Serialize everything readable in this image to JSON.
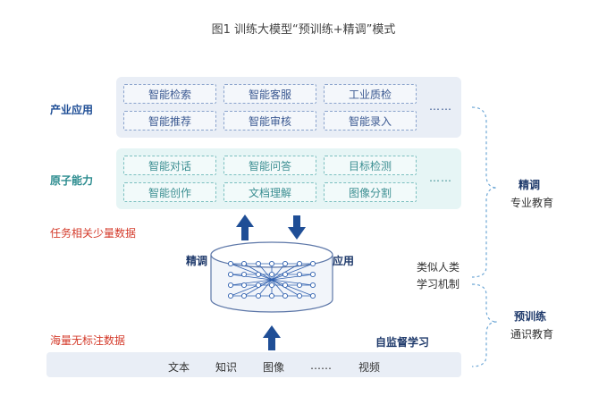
{
  "title": "图1 训练大模型“预训练+精调”模式",
  "industry": {
    "label": "产业应用",
    "items": [
      "智能检索",
      "智能客服",
      "工业质检",
      "智能推荐",
      "智能审核",
      "智能录入"
    ],
    "more": "……"
  },
  "atomic": {
    "label": "原子能力",
    "items": [
      "智能对话",
      "智能问答",
      "目标检测",
      "智能创作",
      "文档理解",
      "图像分割"
    ],
    "more": "……"
  },
  "left_notes": {
    "task_data": "任务相关少量数据",
    "unlabeled_data": "海量无标注数据"
  },
  "model": {
    "finetune_label": "精调",
    "apply_label": "应用",
    "self_supervised": "自监督学习"
  },
  "data_row": {
    "items": [
      "文本",
      "知识",
      "图像",
      "……",
      "视频"
    ]
  },
  "right": {
    "finetune_title": "精调",
    "finetune_sub": "专业教育",
    "mechanism_line1": "类似人类",
    "mechanism_line2": "学习机制",
    "pretrain_title": "预训练",
    "pretrain_sub": "通识教育"
  },
  "colors": {
    "industry_bg": "#e9eef6",
    "atomic_bg": "#e6f5f5",
    "arrow": "#1f4e96",
    "teal": "#2c8c8f",
    "red": "#d43a2a"
  }
}
